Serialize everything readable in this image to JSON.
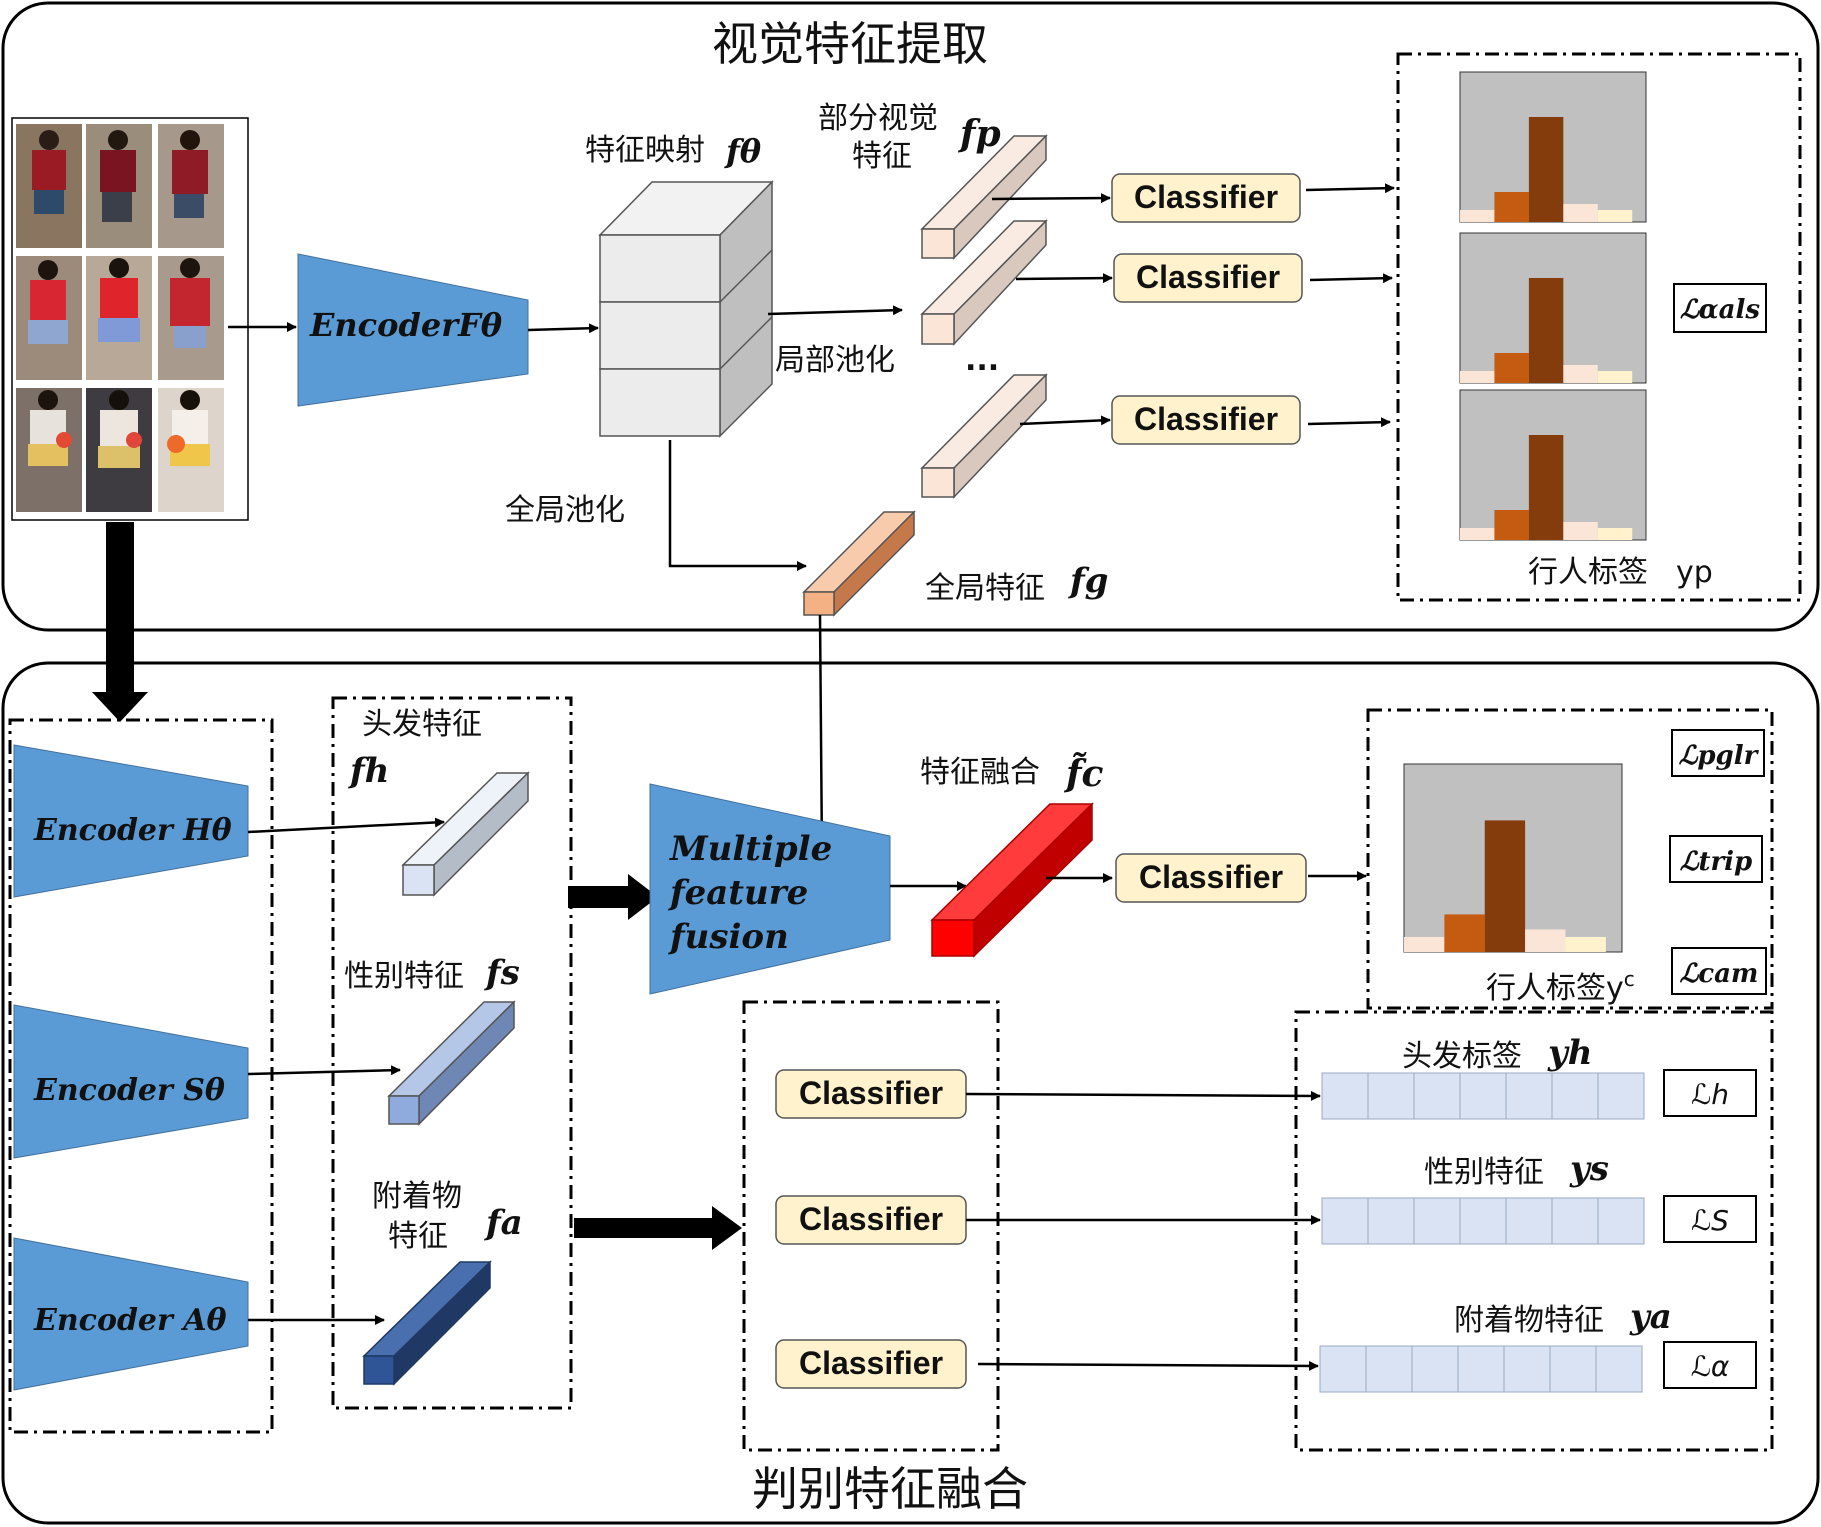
{
  "sections": {
    "top_title": "视觉特征提取",
    "bottom_title": "判别特征融合"
  },
  "labels": {
    "feature_map": "特征映射",
    "feature_map_sym": "fθ",
    "part_feature_line1": "部分视觉",
    "part_feature_line2": "特征",
    "part_feature_sym": "fp",
    "local_pool": "局部池化",
    "global_pool": "全局池化",
    "global_feature": "全局特征",
    "global_feature_sym": "fg",
    "ellipsis": "...",
    "ped_label_p": "行人标签",
    "ped_label_p_sym": "yp",
    "ped_label_c": "行人标签y",
    "ped_label_c_sup": "c",
    "hair_feature": "头发特征",
    "hair_feature_sym": "fh",
    "gender_feature": "性别特征",
    "gender_feature_sym": "fs",
    "attach_feature_line1": "附着物",
    "attach_feature_line2": "特征",
    "attach_feature_sym": "fa",
    "fusion_feature": "特征融合",
    "fusion_feature_sym": "f̃c",
    "hair_label": "头发标签",
    "hair_label_sym": "yh",
    "gender_label": "性别特征",
    "gender_label_sym": "ys",
    "attach_label": "附着物特征",
    "attach_label_sym": "ya"
  },
  "encoders": {
    "main": "EncoderFθ",
    "hair": "Encoder Hθ",
    "gender": "Encoder Sθ",
    "attach": "Encoder Aθ",
    "fusion_line1": "Multiple",
    "fusion_line2": "feature",
    "fusion_line3": "fusion"
  },
  "classifier_label": "Classifier",
  "losses": {
    "aals": "ℒαals",
    "pglr": "ℒpglr",
    "trip": "ℒtrip",
    "cam": "ℒcam",
    "h": "ℒh",
    "s": "ℒS",
    "a": "ℒα"
  },
  "colors": {
    "encoder_blue": "#5b9bd5",
    "classifier_fill": "#fff2cc",
    "bar_gray": "#c0c0c0",
    "bar_dark": "#843c0c",
    "bar_mid": "#c55a11",
    "bar_light": "#fbe5d6",
    "bar_pale": "#fff2cc",
    "fused_red": "#ff0000",
    "global_orange": "#f4b183",
    "hair_blue": "#dae3f3",
    "gender_blue": "#8faadc",
    "attach_blue": "#2f5597",
    "label_cell": "#dae3f3"
  },
  "images": {
    "pedestrian_grid": "pedestrian photo grid (3x3)"
  }
}
